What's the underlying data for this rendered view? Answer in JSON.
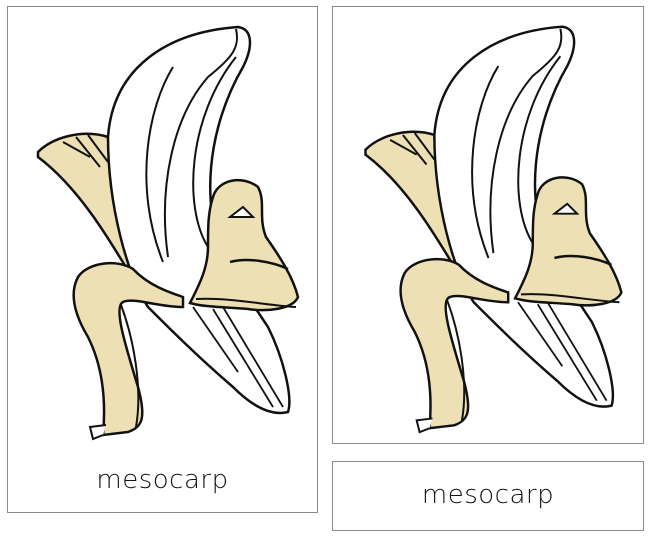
{
  "cards": {
    "control": {
      "caption": "mesocarp",
      "image": "banana-peeled-mesocarp-highlighted"
    },
    "picture": {
      "image": "banana-peeled-mesocarp-highlighted"
    },
    "label": {
      "caption": "mesocarp"
    }
  },
  "colors": {
    "highlight": "#EEE0B5",
    "outline": "#111111",
    "border": "#8A8A8A"
  }
}
